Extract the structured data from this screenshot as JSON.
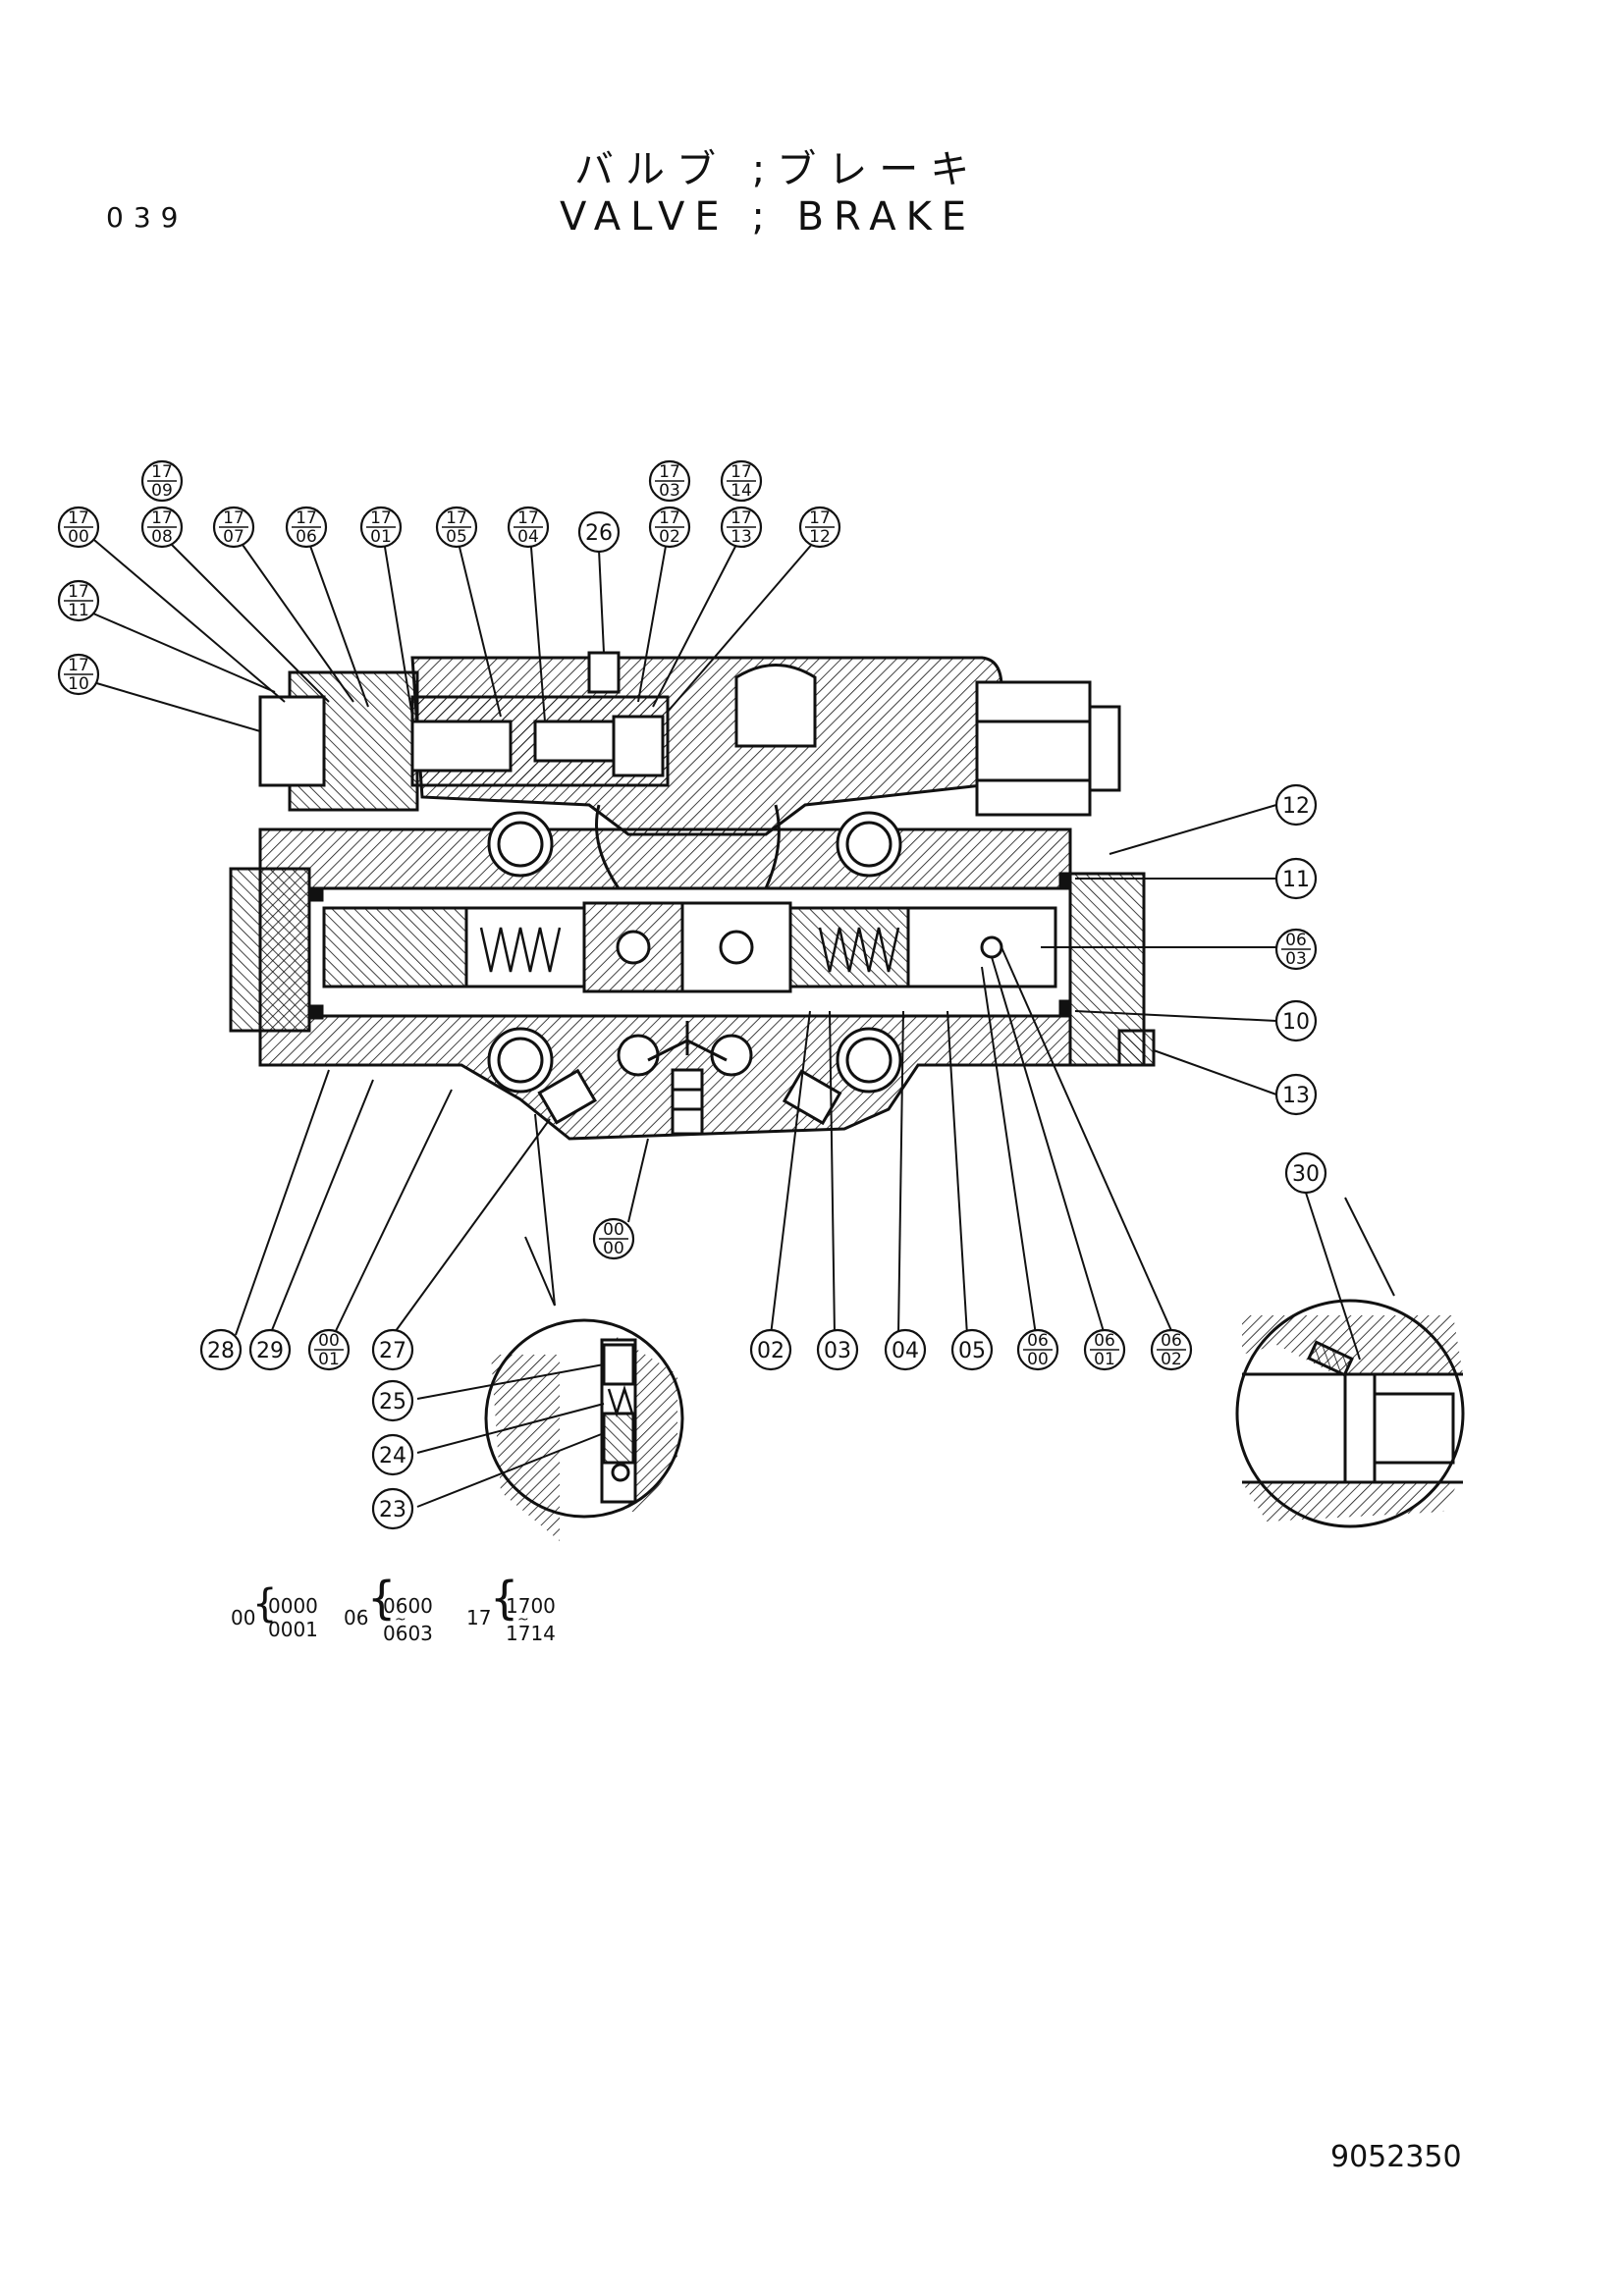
{
  "header": {
    "page_number": "039",
    "title_jp": "バルブ ;ブレーキ",
    "title_en": "VALVE ; BRAKE"
  },
  "callouts": {
    "single": [
      "26",
      "12",
      "11",
      "10",
      "13",
      "30",
      "28",
      "29",
      "27",
      "02",
      "03",
      "04",
      "05",
      "25",
      "24",
      "23"
    ],
    "stacked": [
      {
        "top": "17",
        "bottom": "09"
      },
      {
        "top": "17",
        "bottom": "00"
      },
      {
        "top": "17",
        "bottom": "08"
      },
      {
        "top": "17",
        "bottom": "07"
      },
      {
        "top": "17",
        "bottom": "06"
      },
      {
        "top": "17",
        "bottom": "01"
      },
      {
        "top": "17",
        "bottom": "05"
      },
      {
        "top": "17",
        "bottom": "04"
      },
      {
        "top": "17",
        "bottom": "03"
      },
      {
        "top": "17",
        "bottom": "02"
      },
      {
        "top": "17",
        "bottom": "14"
      },
      {
        "top": "17",
        "bottom": "13"
      },
      {
        "top": "17",
        "bottom": "12"
      },
      {
        "top": "17",
        "bottom": "11"
      },
      {
        "top": "17",
        "bottom": "10"
      },
      {
        "top": "06",
        "bottom": "03"
      },
      {
        "top": "00",
        "bottom": "00"
      },
      {
        "top": "00",
        "bottom": "01"
      },
      {
        "top": "06",
        "bottom": "00"
      },
      {
        "top": "06",
        "bottom": "01"
      },
      {
        "top": "06",
        "bottom": "02"
      }
    ]
  },
  "legend": [
    {
      "prefix": "00",
      "from": "0000",
      "to": "0001",
      "range": false
    },
    {
      "prefix": "06",
      "from": "0600",
      "to": "0603",
      "range": true
    },
    {
      "prefix": "17",
      "from": "1700",
      "to": "1714",
      "range": true
    }
  ],
  "footer": {
    "document_number": "9052350"
  },
  "colors": {
    "ink": "#111111",
    "paper": "#ffffff"
  }
}
